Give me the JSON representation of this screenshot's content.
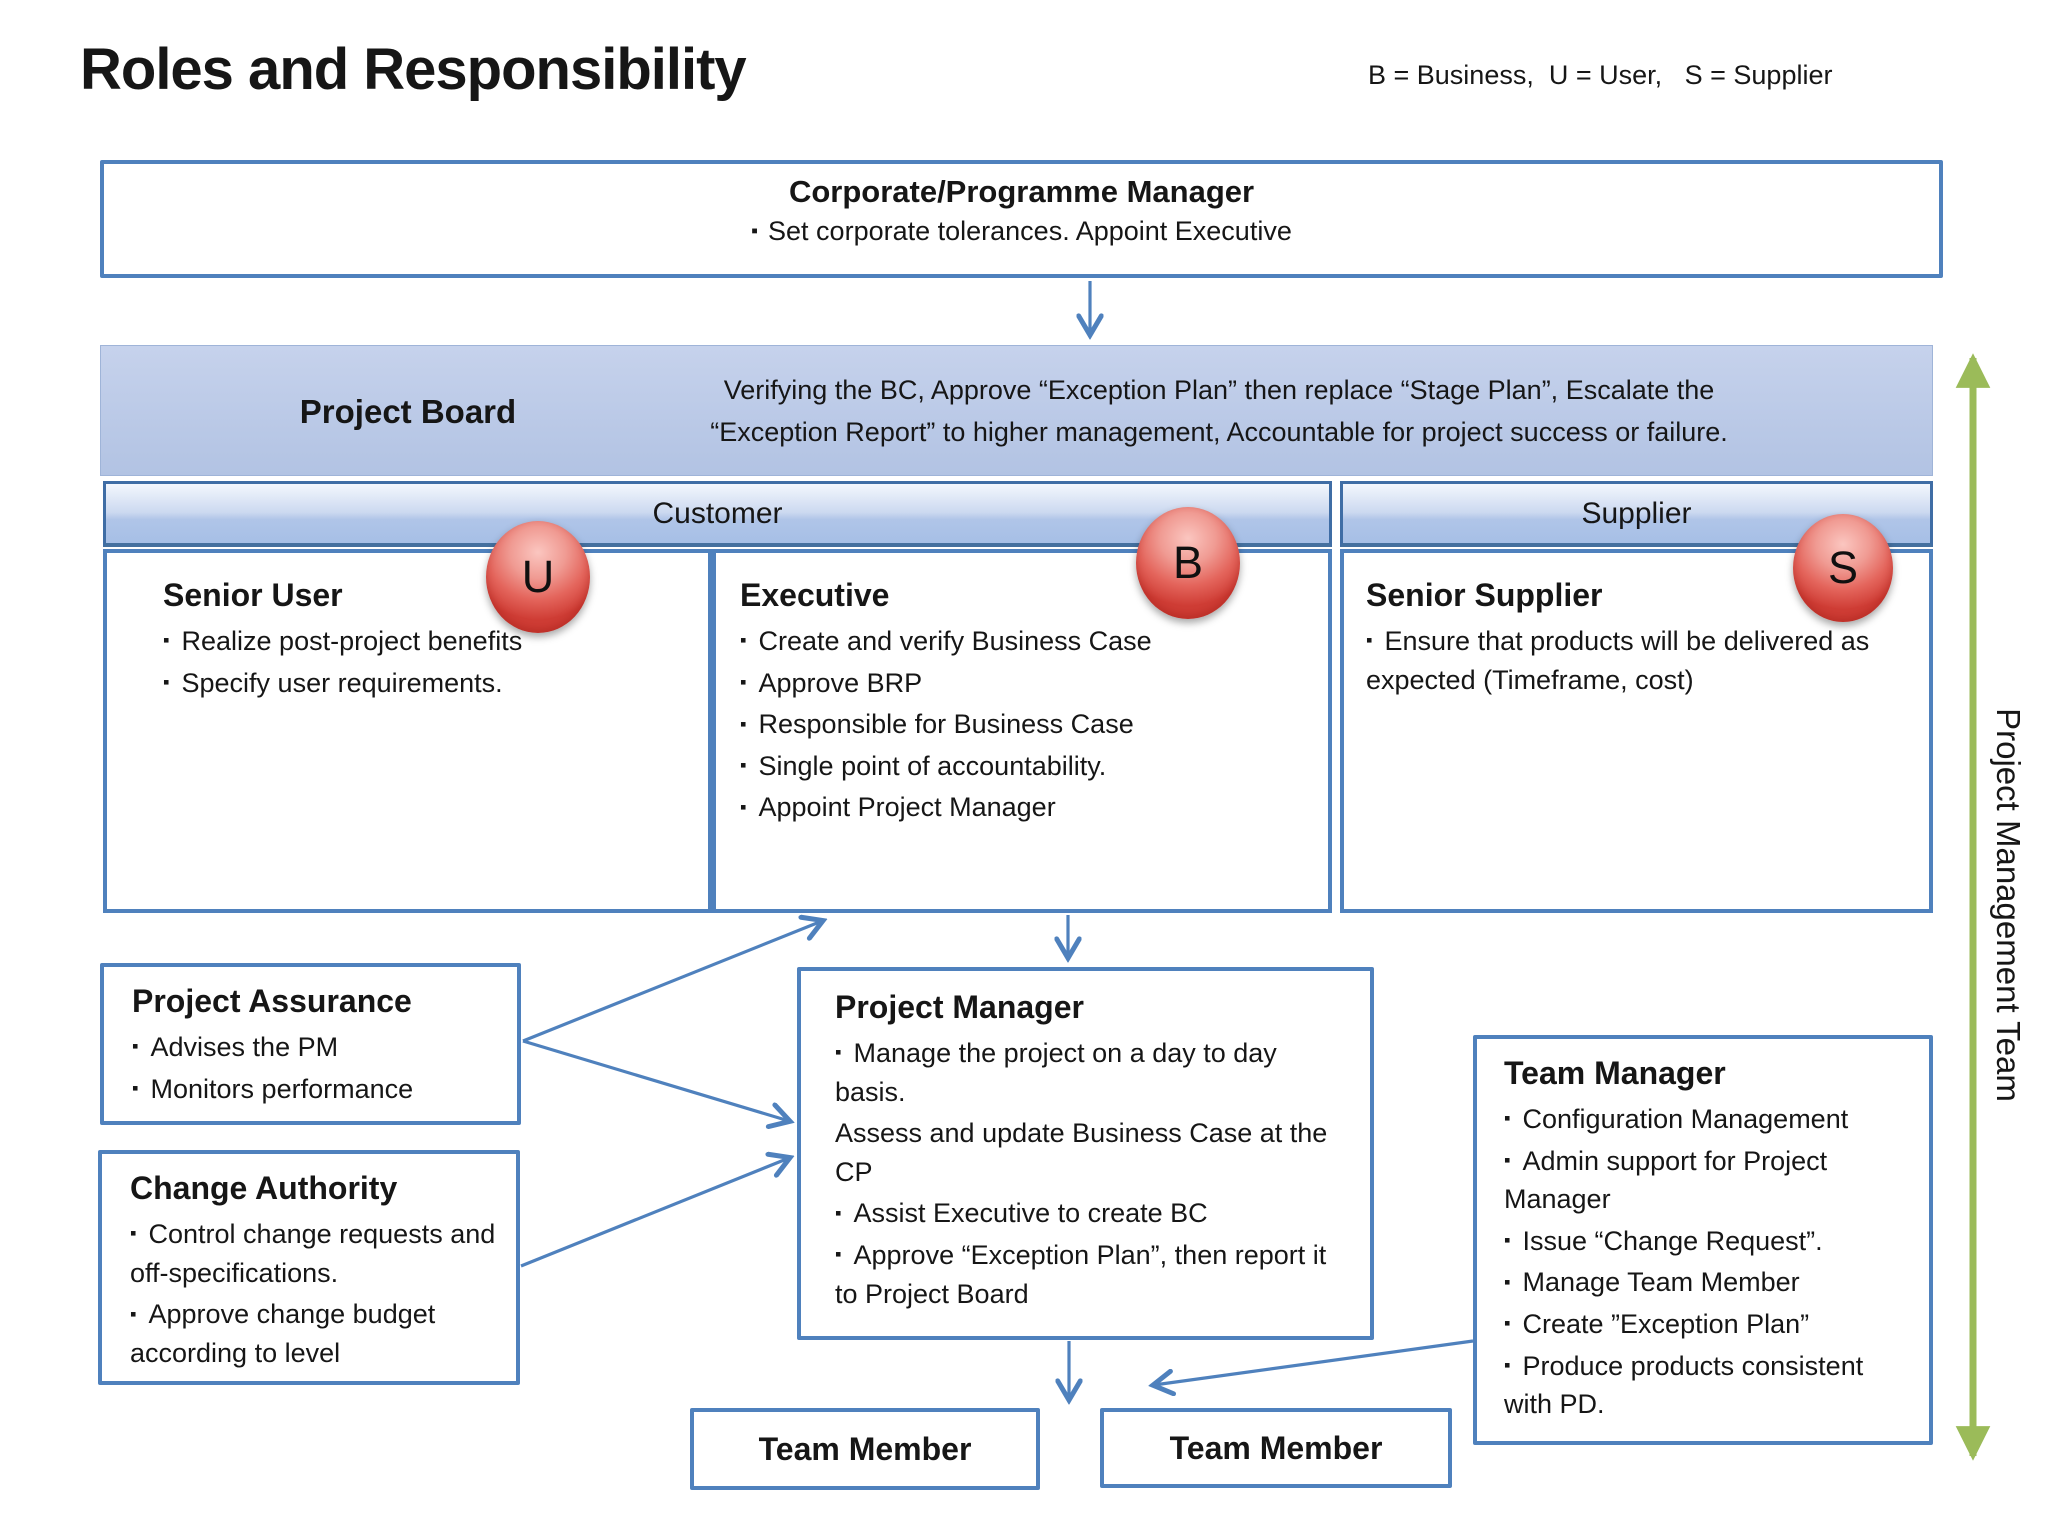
{
  "title": "Roles and Responsibility",
  "legend": "B = Business,  U = User,   S = Supplier",
  "colors": {
    "accent_blue_border": "#4f81bd",
    "band_fill": "#b9c9e6",
    "header_border": "#3f6da5",
    "badge_red": "#e0544b",
    "arrow_green": "#9bbb59"
  },
  "corporate": {
    "title": "Corporate/Programme Manager",
    "bullet": "Set corporate tolerances. Appoint Executive"
  },
  "project_board": {
    "title": "Project Board",
    "description": "Verifying the BC,  Approve “Exception Plan” then replace “Stage Plan”,  Escalate the\n“Exception Report” to higher management, Accountable for project success or failure."
  },
  "columns": {
    "customer": "Customer",
    "supplier": "Supplier"
  },
  "badges": {
    "user": "U",
    "business": "B",
    "supplier": "S"
  },
  "roles": {
    "senior_user": {
      "title": "Senior User",
      "bullets": [
        "Realize post-project benefits",
        "Specify user requirements."
      ]
    },
    "executive": {
      "title": "Executive",
      "bullets": [
        "Create and verify Business Case",
        "Approve BRP",
        "Responsible for Business Case",
        "Single point of accountability.",
        "Appoint Project Manager"
      ]
    },
    "senior_supplier": {
      "title": "Senior Supplier",
      "bullets": [
        "Ensure that products will be delivered as expected (Timeframe, cost)"
      ]
    },
    "project_assurance": {
      "title": "Project Assurance",
      "bullets": [
        "Advises the PM",
        "Monitors performance"
      ]
    },
    "change_authority": {
      "title": "Change Authority",
      "bullets": [
        "Control change requests and off-specifications.",
        "Approve change budget according to level"
      ]
    },
    "project_manager": {
      "title": "Project Manager",
      "lines": [
        {
          "bullet": true,
          "text": "Manage the project on a day to day basis."
        },
        {
          "bullet": false,
          "text": "Assess and update Business Case at the CP"
        },
        {
          "bullet": true,
          "text": "Assist Executive to create BC"
        },
        {
          "bullet": true,
          "text": "Approve “Exception Plan”, then report it to Project Board"
        }
      ]
    },
    "team_manager": {
      "title": "Team Manager",
      "bullets": [
        "Configuration Management",
        "Admin support for Project Manager",
        "Issue “Change Request”.",
        "Manage Team Member",
        "Create ”Exception Plan”",
        "Produce products consistent with PD."
      ]
    }
  },
  "team_members": [
    "Team Member",
    "Team Member"
  ],
  "side_label": "Project Management Team"
}
